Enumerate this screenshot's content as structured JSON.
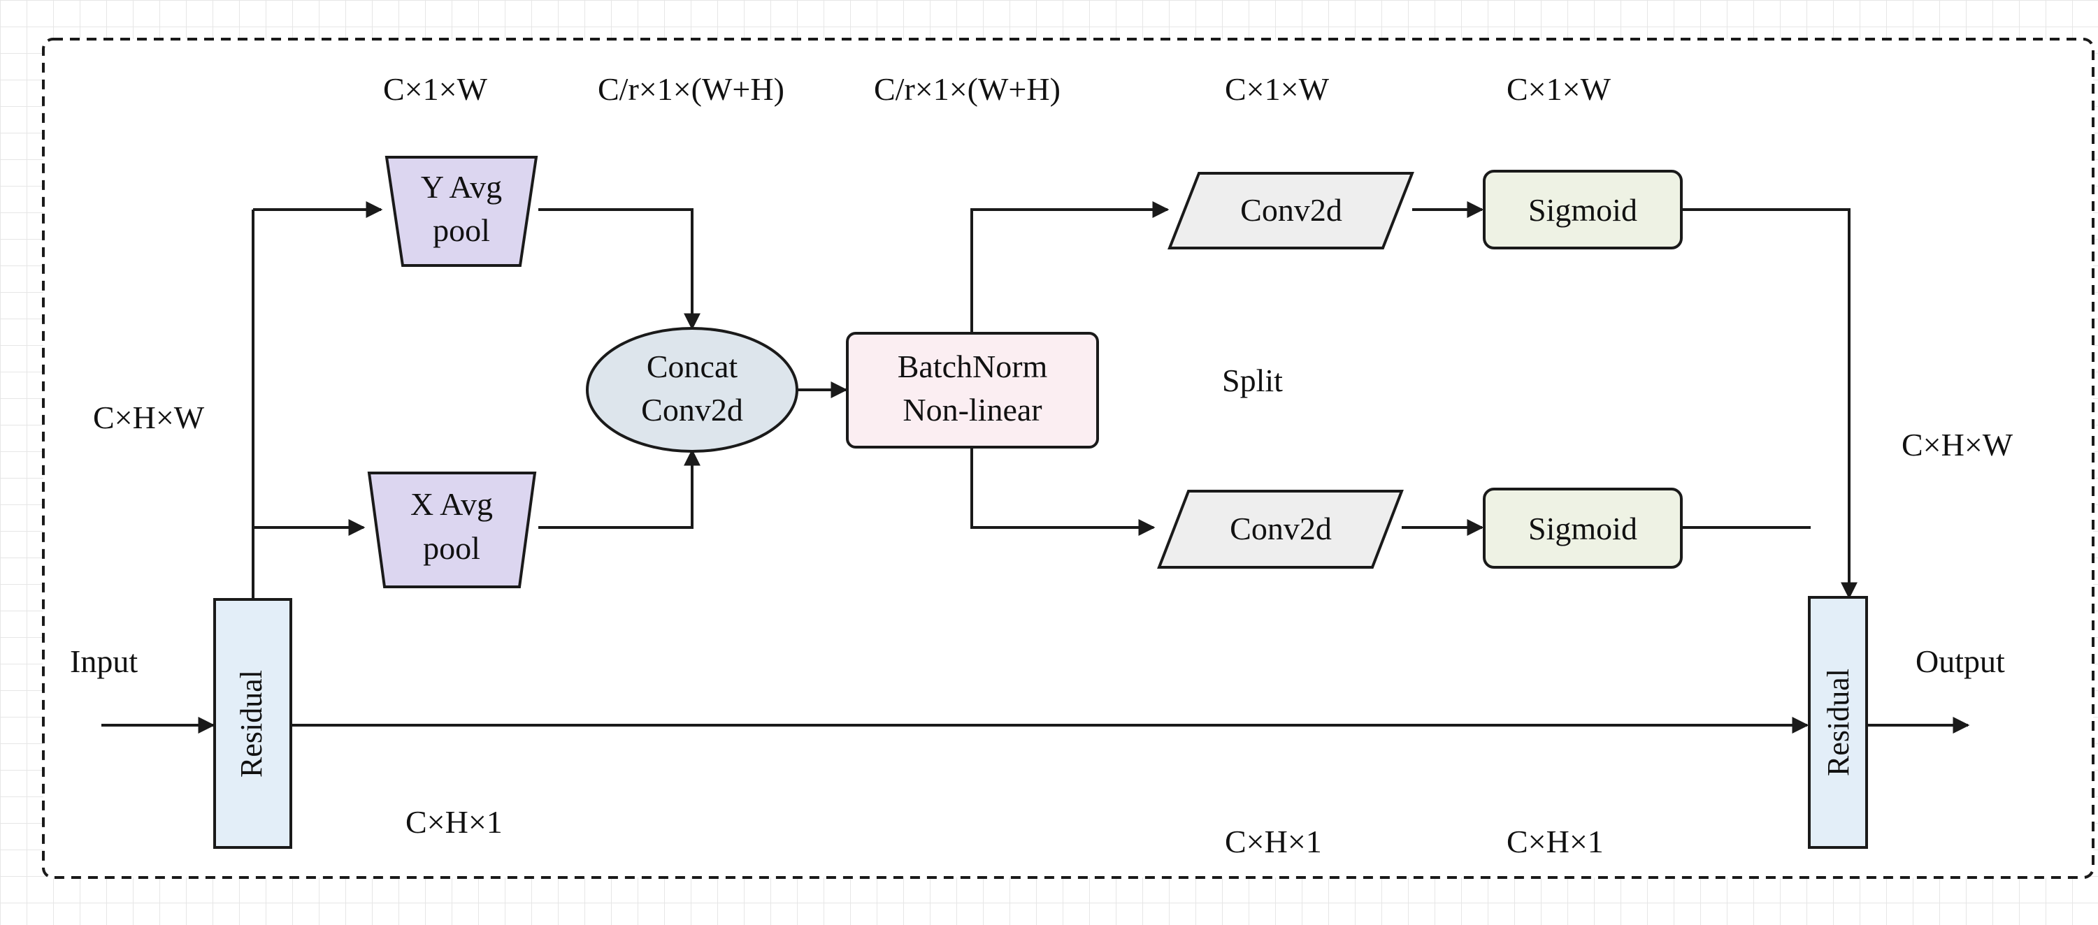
{
  "colors": {
    "pool_fill": "#dcd6f0",
    "concat_fill": "#dde5ec",
    "batchnorm_fill": "#fbeef2",
    "conv_fill": "#eeeeee",
    "sigmoid_fill": "#eef2e4",
    "residual_fill": "#e3eef8",
    "grid_line": "#e6e6e6",
    "stroke": "#1a1a1a"
  },
  "nodes": {
    "residual_in": "Residual",
    "residual_out": "Residual",
    "y_pool": [
      "Y Avg",
      "pool"
    ],
    "x_pool": [
      "X Avg",
      "pool"
    ],
    "concat": [
      "Concat",
      "Conv2d"
    ],
    "batchnorm": [
      "BatchNorm",
      "Non-linear"
    ],
    "conv_top": "Conv2d",
    "conv_bottom": "Conv2d",
    "sigmoid_top": "Sigmoid",
    "sigmoid_bottom": "Sigmoid"
  },
  "labels": {
    "input": "Input",
    "output": "Output",
    "split": "Split",
    "dim_input": "C×H×W",
    "dim_output": "C×H×W",
    "dim_ypool": "C×1×W",
    "dim_concat": "C/r×1×(W+H)",
    "dim_batchnorm": "C/r×1×(W+H)",
    "dim_conv_top": "C×1×W",
    "dim_sigmoid_top": "C×1×W",
    "dim_xpool": "C×H×1",
    "dim_conv_bottom": "C×H×1",
    "dim_sigmoid_bottom": "C×H×1"
  }
}
